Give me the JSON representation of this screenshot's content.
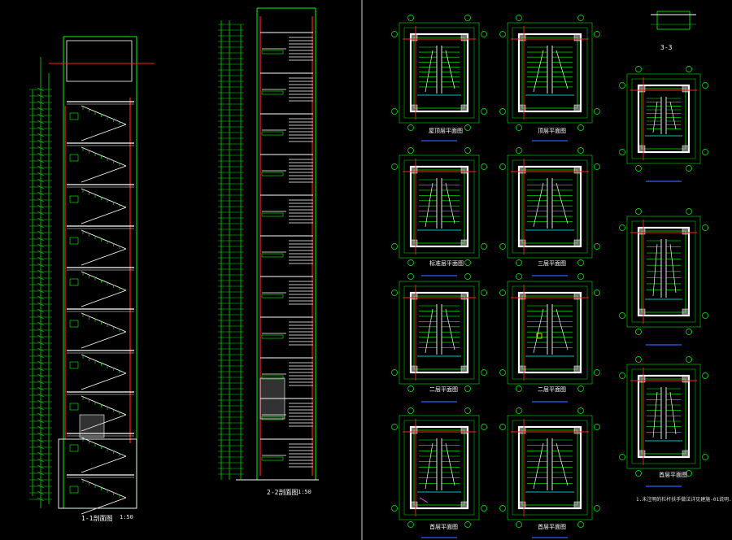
{
  "sheet": {
    "section_titles": [
      "1-1剖面图",
      "2-2剖面图"
    ],
    "section_scales": [
      "1:50",
      "1:50"
    ],
    "detail_label": "3-3",
    "note_text": "1.未注明的栏杆扶手做法详见建施-01说明.",
    "plan_titles": [
      "屋顶层平面图",
      "顶层平面图",
      "",
      "标准层平面图",
      "三层平面图",
      "",
      "二层平面图",
      "二层平面图",
      "",
      "首层平面图",
      "首层平面图",
      "首层平面图"
    ],
    "plan_scale": "1:50",
    "section_scale": "1:50"
  },
  "colors": {
    "background": "#000000",
    "line_main": "#00ff00",
    "line_wall": "#ffffff",
    "line_axis": "#ff2020",
    "line_dim": "#00e000",
    "accent_cyan": "#00ffff",
    "accent_blue": "#3060ff",
    "accent_magenta": "#ff40ff",
    "accent_yellow": "#ffff00"
  }
}
